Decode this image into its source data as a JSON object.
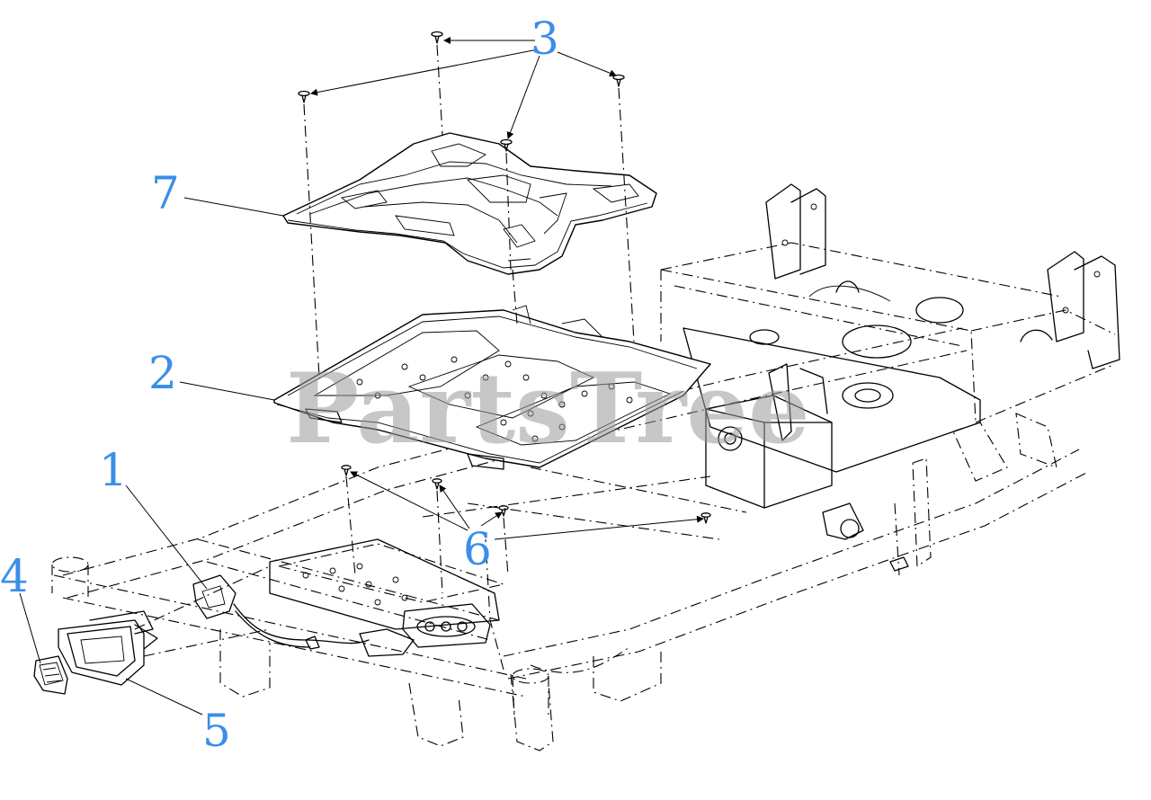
{
  "watermark": "PartsTree",
  "callouts": [
    {
      "id": "1",
      "label": "1"
    },
    {
      "id": "2",
      "label": "2"
    },
    {
      "id": "3",
      "label": "3"
    },
    {
      "id": "4",
      "label": "4"
    },
    {
      "id": "5",
      "label": "5"
    },
    {
      "id": "6",
      "label": "6"
    },
    {
      "id": "7",
      "label": "7"
    }
  ],
  "colors": {
    "callout": "#3b8ee8",
    "line": "#000000",
    "watermark": "#9a9a9a"
  }
}
